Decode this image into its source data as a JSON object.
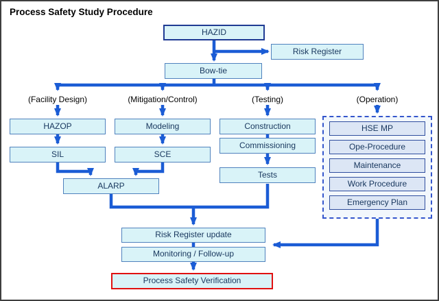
{
  "title": "Process Safety Study Procedure",
  "diagram": {
    "nodes": {
      "hazid": "HAZID",
      "risk_register": "Risk Register",
      "bow_tie": "Bow-tie",
      "hazop": "HAZOP",
      "sil": "SIL",
      "modeling": "Modeling",
      "sce": "SCE",
      "alarp": "ALARP",
      "construction": "Construction",
      "commissioning": "Commissioning",
      "tests": "Tests",
      "hse_mp": "HSE MP",
      "ope_procedure": "Ope-Procedure",
      "maintenance": "Maintenance",
      "work_procedure": "Work Procedure",
      "emergency_plan": "Emergency Plan",
      "risk_register_update": "Risk Register update",
      "monitoring_follow_up": "Monitoring / Follow-up",
      "process_safety_verification": "Process Safety Verification"
    },
    "branch_labels": {
      "facility_design": "(Facility Design)",
      "mitigation_control": "(Mitigation/Control)",
      "testing": "(Testing)",
      "operation": "(Operation)"
    },
    "colors": {
      "box_fill": "#d9f3f8",
      "box_border": "#4f81bd",
      "hazid_border": "#1f3a93",
      "operation_fill": "#dce6f5",
      "operation_border": "#2e4d9e",
      "dashed_border": "#3355cc",
      "arrow": "#1b5cd5",
      "verification_border": "#e01010",
      "text": "#17365d"
    }
  }
}
